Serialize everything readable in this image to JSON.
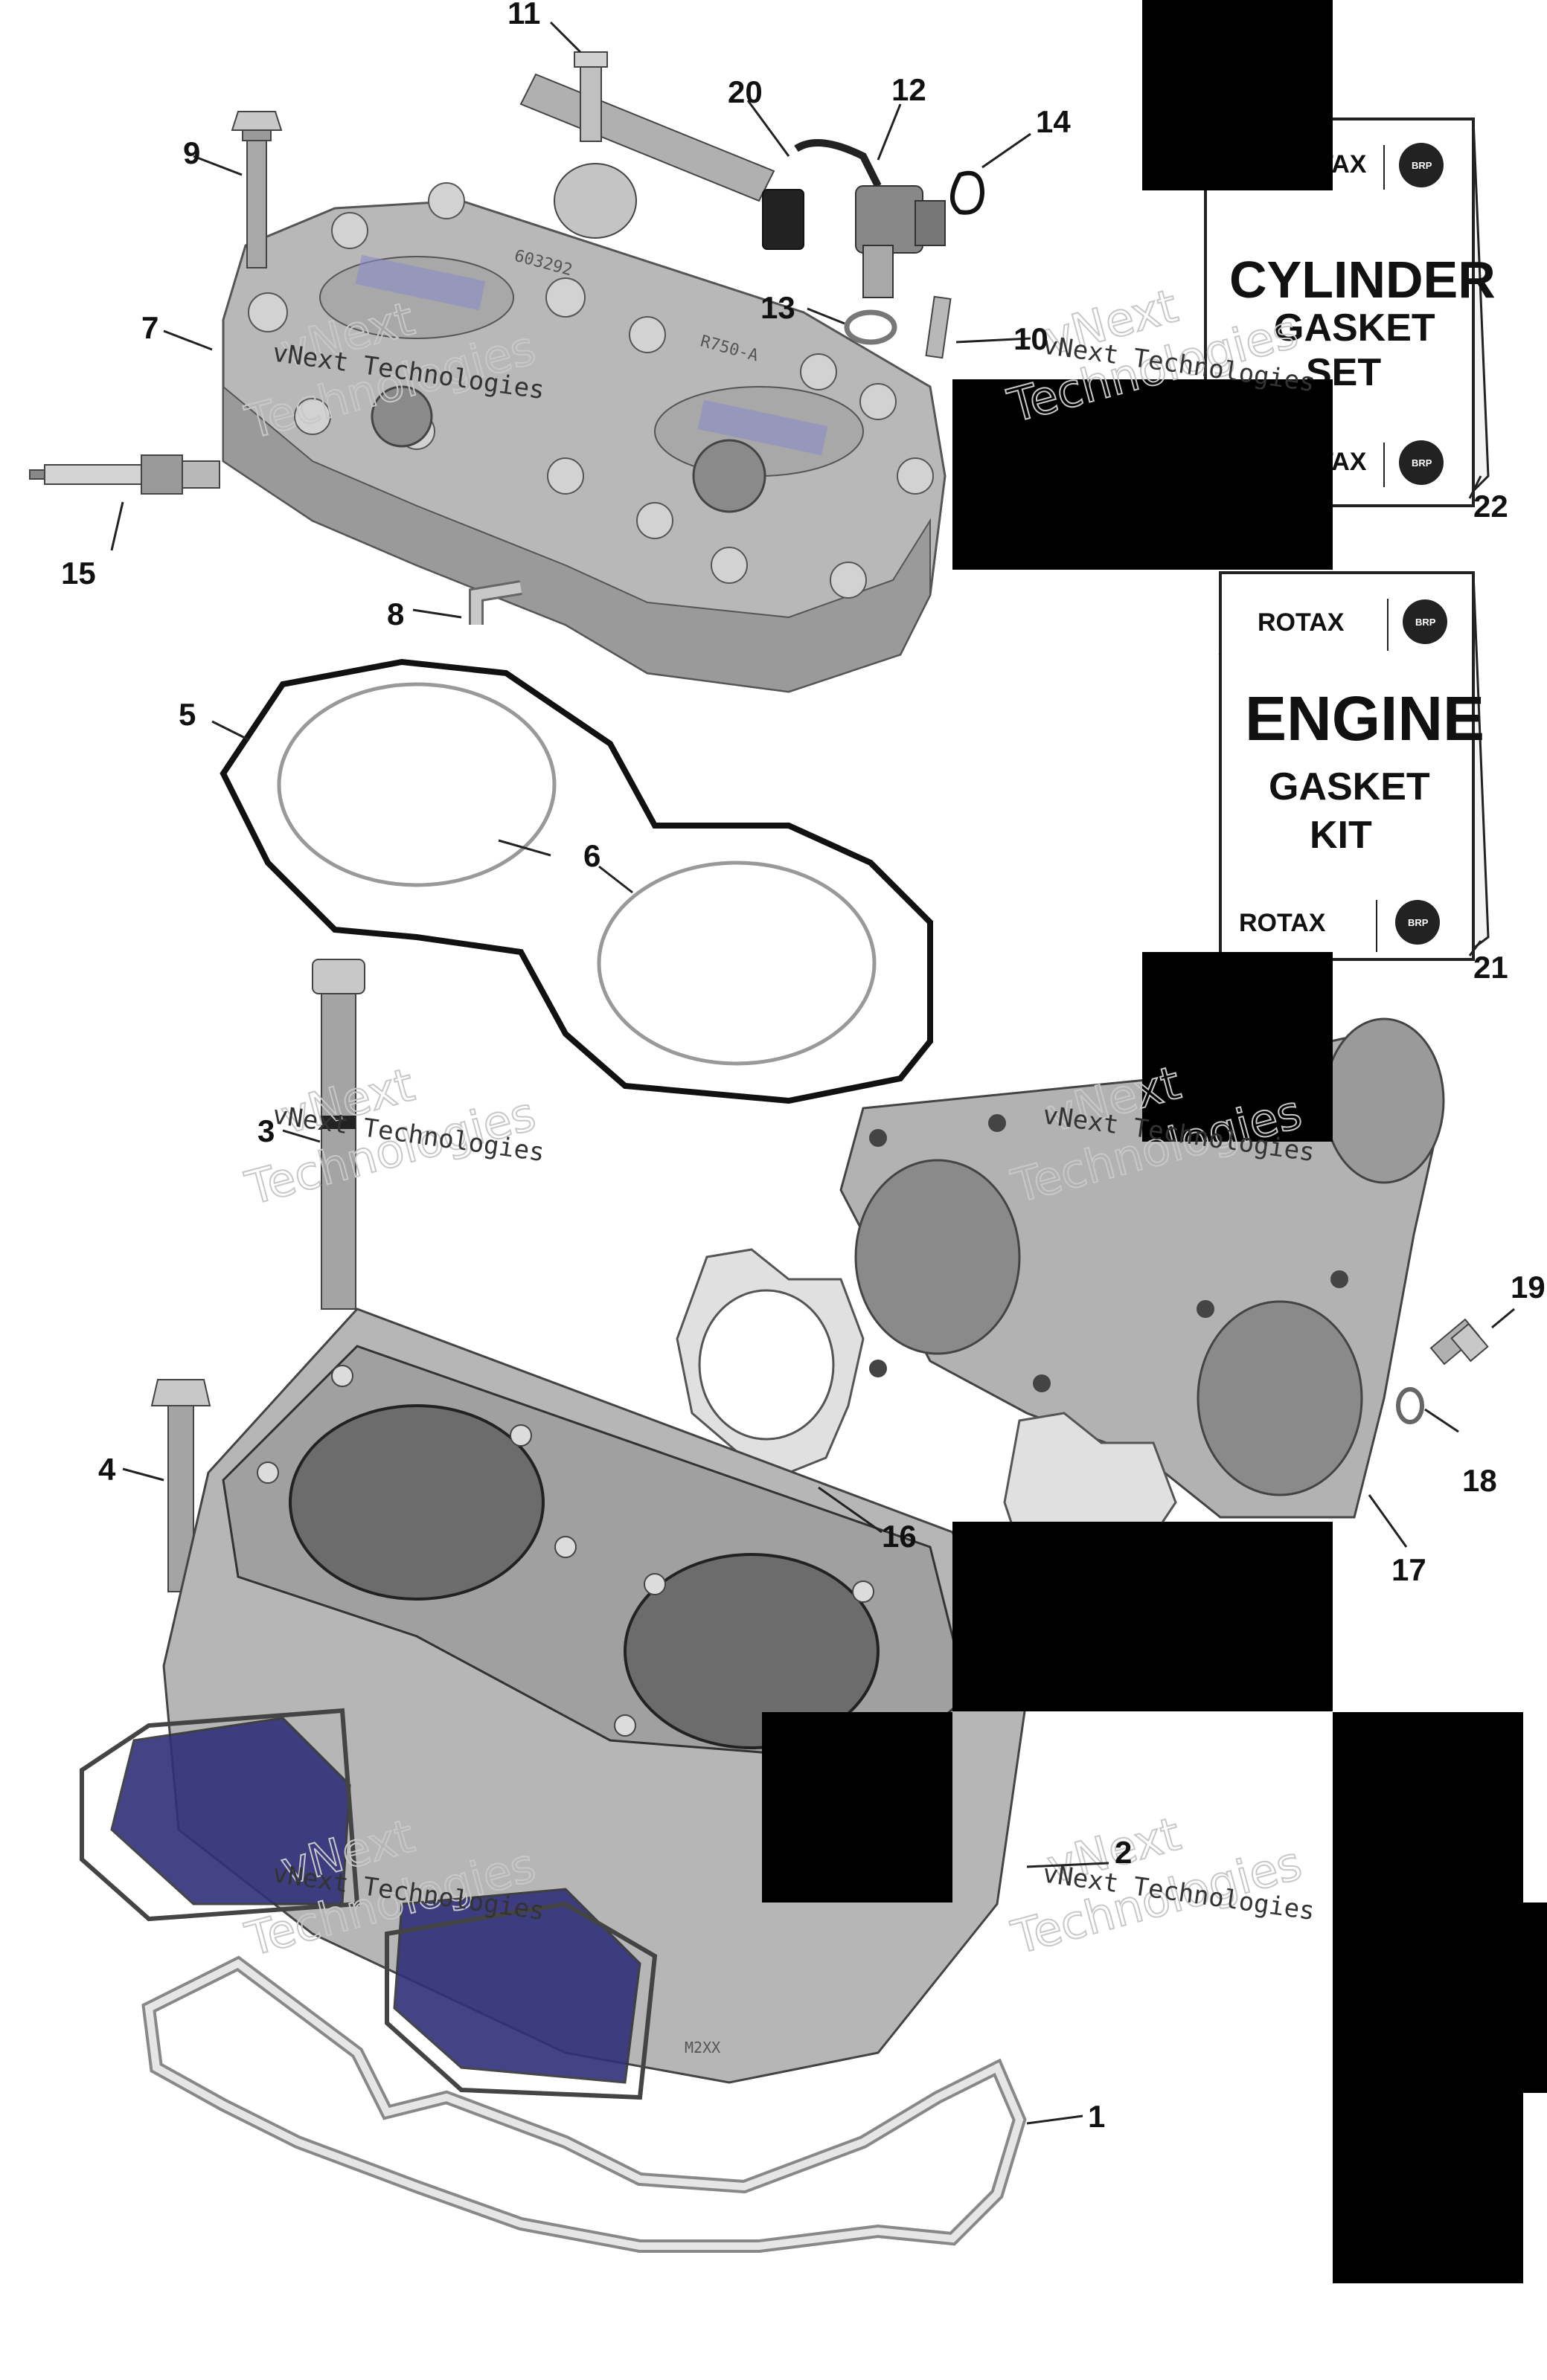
{
  "watermark": {
    "line1": "vNext",
    "line2": "Technologies",
    "small": "vNext Technologies"
  },
  "callouts": {
    "c1": "1",
    "c2": "2",
    "c3": "3",
    "c4": "4",
    "c5": "5",
    "c6": "6",
    "c6b": "6",
    "c7": "7",
    "c8": "8",
    "c9": "9",
    "c10": "10",
    "c11": "11",
    "c12": "12",
    "c13": "13",
    "c14": "14",
    "c15": "15",
    "c16": "16",
    "c17": "17",
    "c18": "18",
    "c19": "19",
    "c20": "20",
    "c21": "21",
    "c22": "22"
  },
  "kit22": {
    "brand_top": "ROTAX",
    "line1": "CYLINDER",
    "line2": "GASKET",
    "line3": "SET",
    "brand_bottom": "ROTAX",
    "logo_text": "BRP"
  },
  "kit21": {
    "brand_top": "ROTAX",
    "line1": "ENGINE",
    "line2": "GASKET",
    "line3": "KIT",
    "brand_bottom": "ROTAX",
    "logo_text": "BRP"
  },
  "head_marks": {
    "left": "603292",
    "right": "R750-A"
  },
  "colors": {
    "part_fill": "#b4b4b4",
    "part_dark": "#7a7a7a",
    "part_light": "#d6d6d6",
    "gasket_fill": "#e2e2e2",
    "reed_blue": "#2f2f7a",
    "redaction": "#000000",
    "oring": "#111111"
  }
}
